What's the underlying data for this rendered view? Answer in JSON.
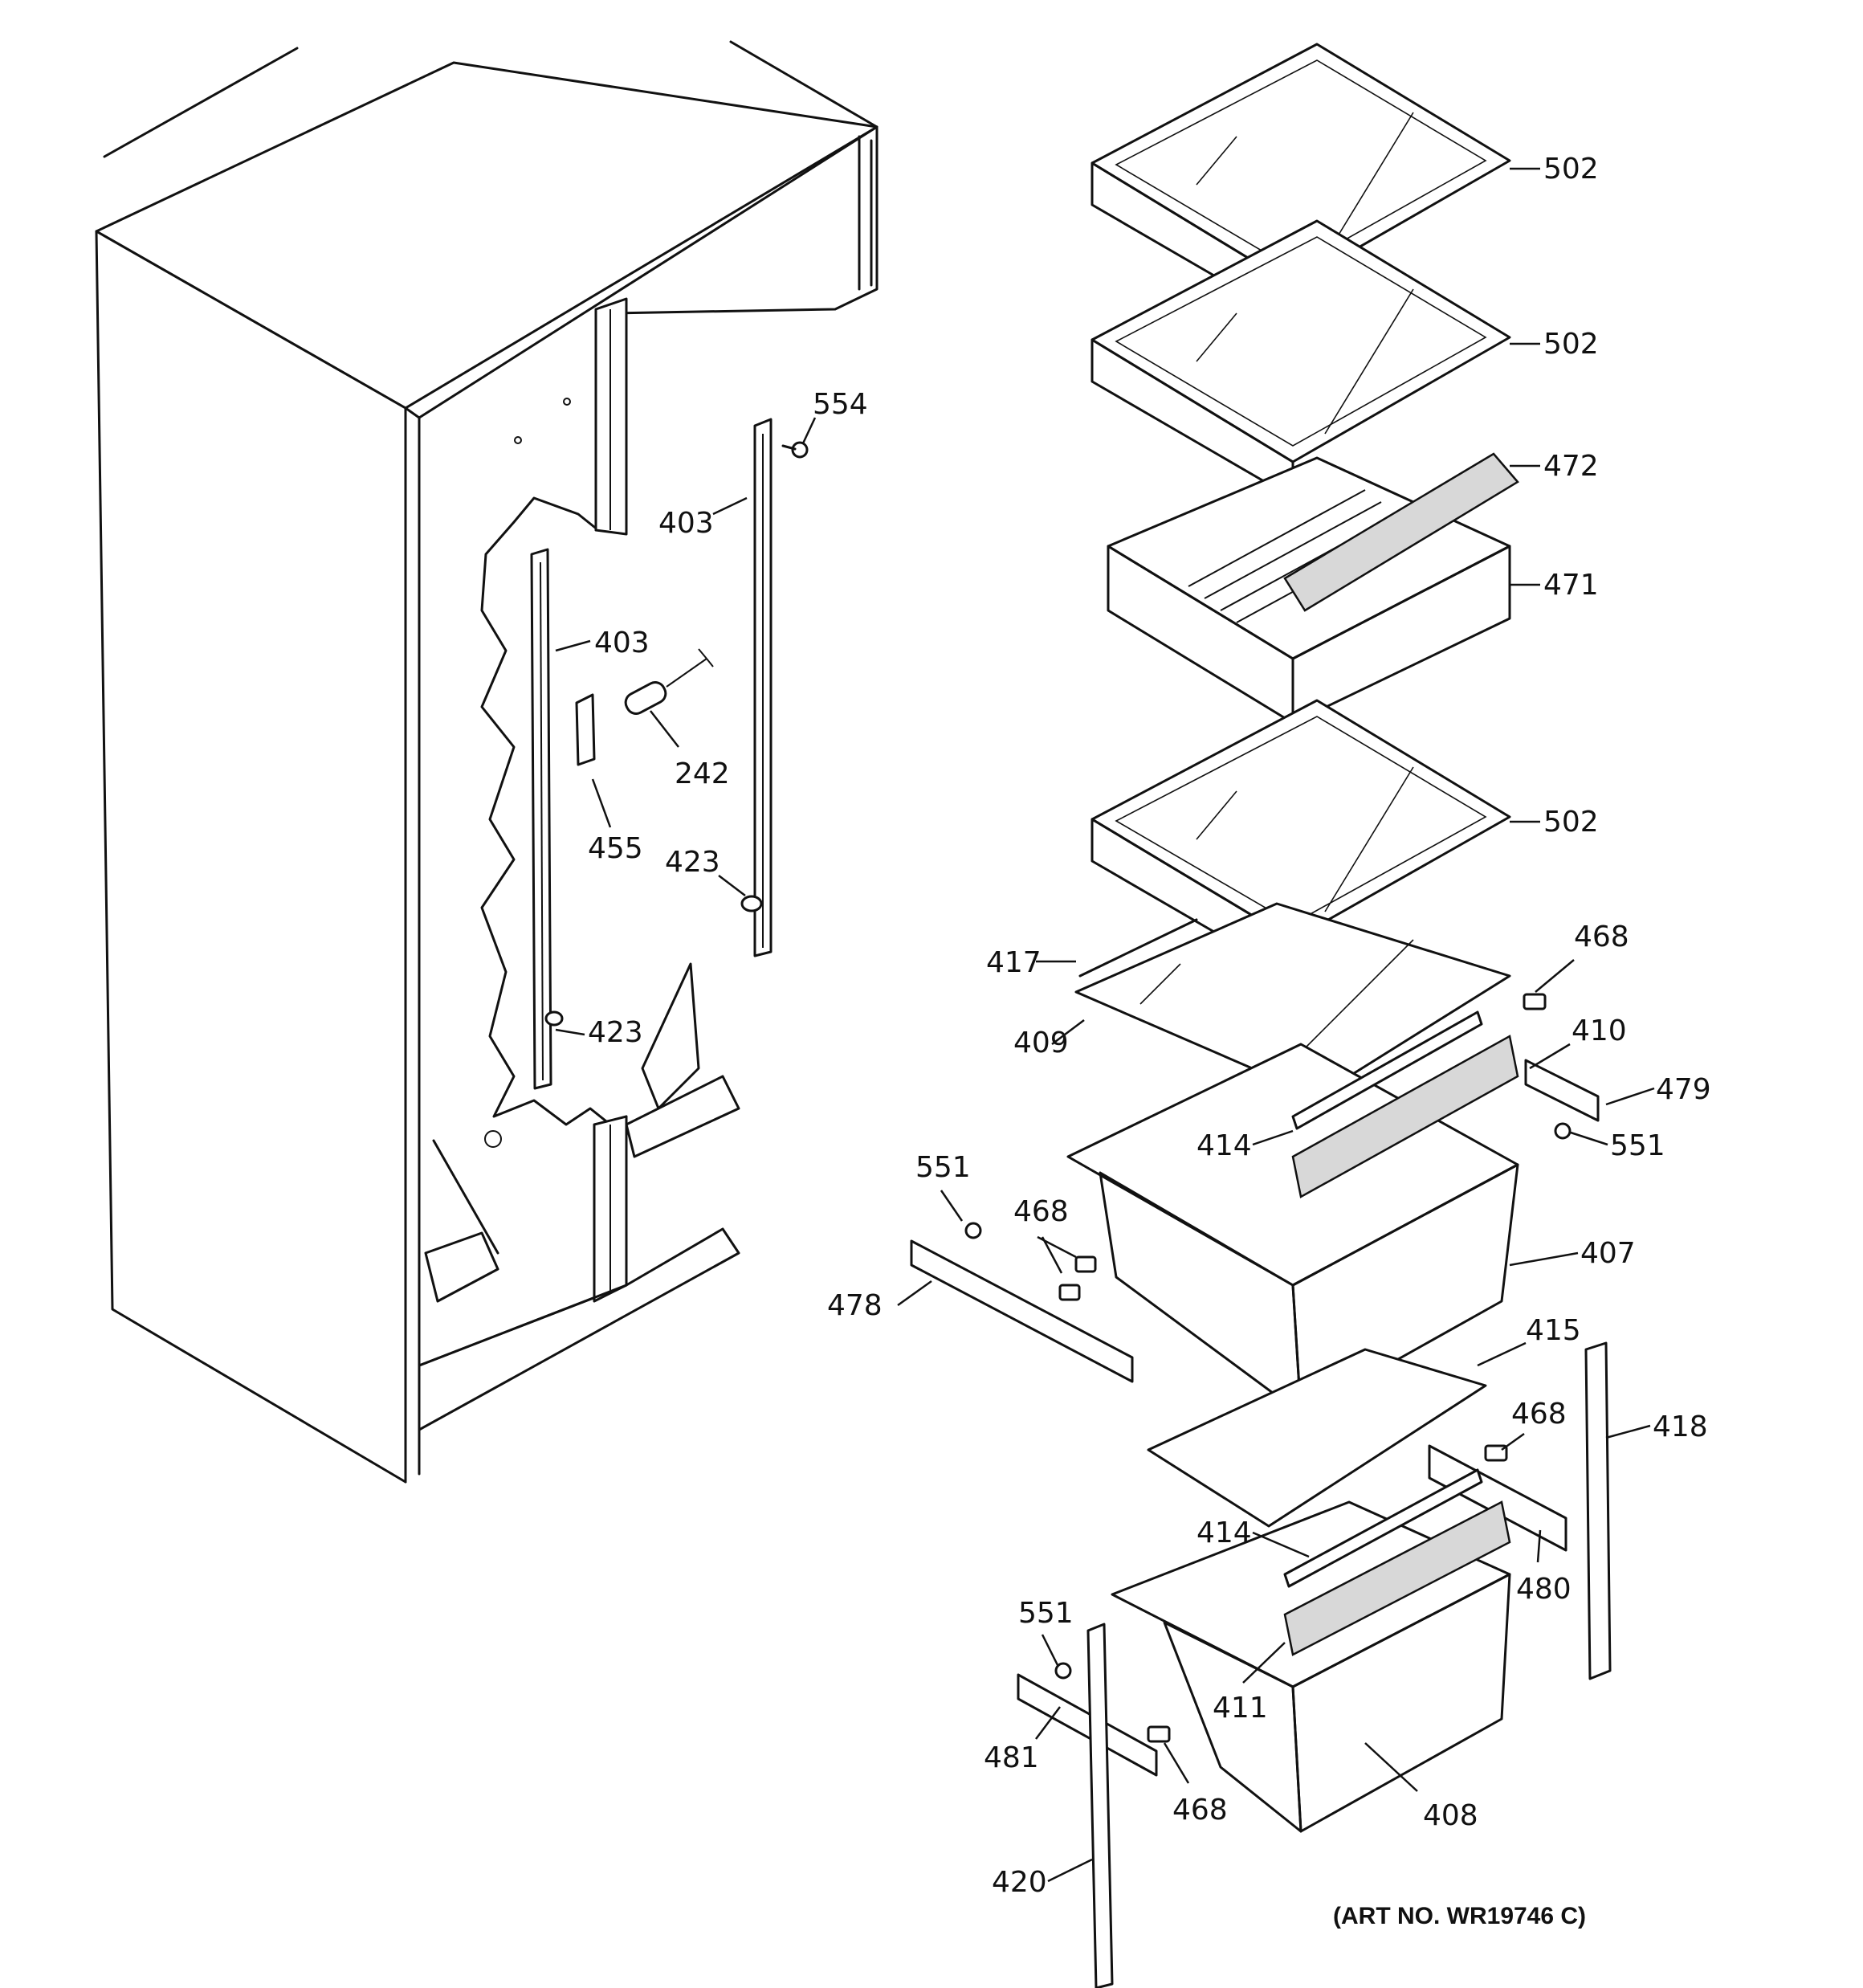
{
  "callouts": [
    {
      "id": "c502a",
      "label": "502"
    },
    {
      "id": "c502b",
      "label": "502"
    },
    {
      "id": "c472",
      "label": "472"
    },
    {
      "id": "c471",
      "label": "471"
    },
    {
      "id": "c502c",
      "label": "502"
    },
    {
      "id": "c554",
      "label": "554"
    },
    {
      "id": "c403a",
      "label": "403"
    },
    {
      "id": "c403b",
      "label": "403"
    },
    {
      "id": "c242",
      "label": "242"
    },
    {
      "id": "c455",
      "label": "455"
    },
    {
      "id": "c423a",
      "label": "423"
    },
    {
      "id": "c423b",
      "label": "423"
    },
    {
      "id": "c417",
      "label": "417"
    },
    {
      "id": "c409",
      "label": "409"
    },
    {
      "id": "c468a",
      "label": "468"
    },
    {
      "id": "c410",
      "label": "410"
    },
    {
      "id": "c479",
      "label": "479"
    },
    {
      "id": "c414a",
      "label": "414"
    },
    {
      "id": "c551a",
      "label": "551"
    },
    {
      "id": "c551b",
      "label": "551"
    },
    {
      "id": "c468b",
      "label": "468"
    },
    {
      "id": "c478",
      "label": "478"
    },
    {
      "id": "c407",
      "label": "407"
    },
    {
      "id": "c415",
      "label": "415"
    },
    {
      "id": "c468c",
      "label": "468"
    },
    {
      "id": "c418",
      "label": "418"
    },
    {
      "id": "c414b",
      "label": "414"
    },
    {
      "id": "c480",
      "label": "480"
    },
    {
      "id": "c551c",
      "label": "551"
    },
    {
      "id": "c411",
      "label": "411"
    },
    {
      "id": "c481",
      "label": "481"
    },
    {
      "id": "c468d",
      "label": "468"
    },
    {
      "id": "c408",
      "label": "408"
    },
    {
      "id": "c420",
      "label": "420"
    }
  ],
  "art_number": "(ART NO. WR19746 C)"
}
